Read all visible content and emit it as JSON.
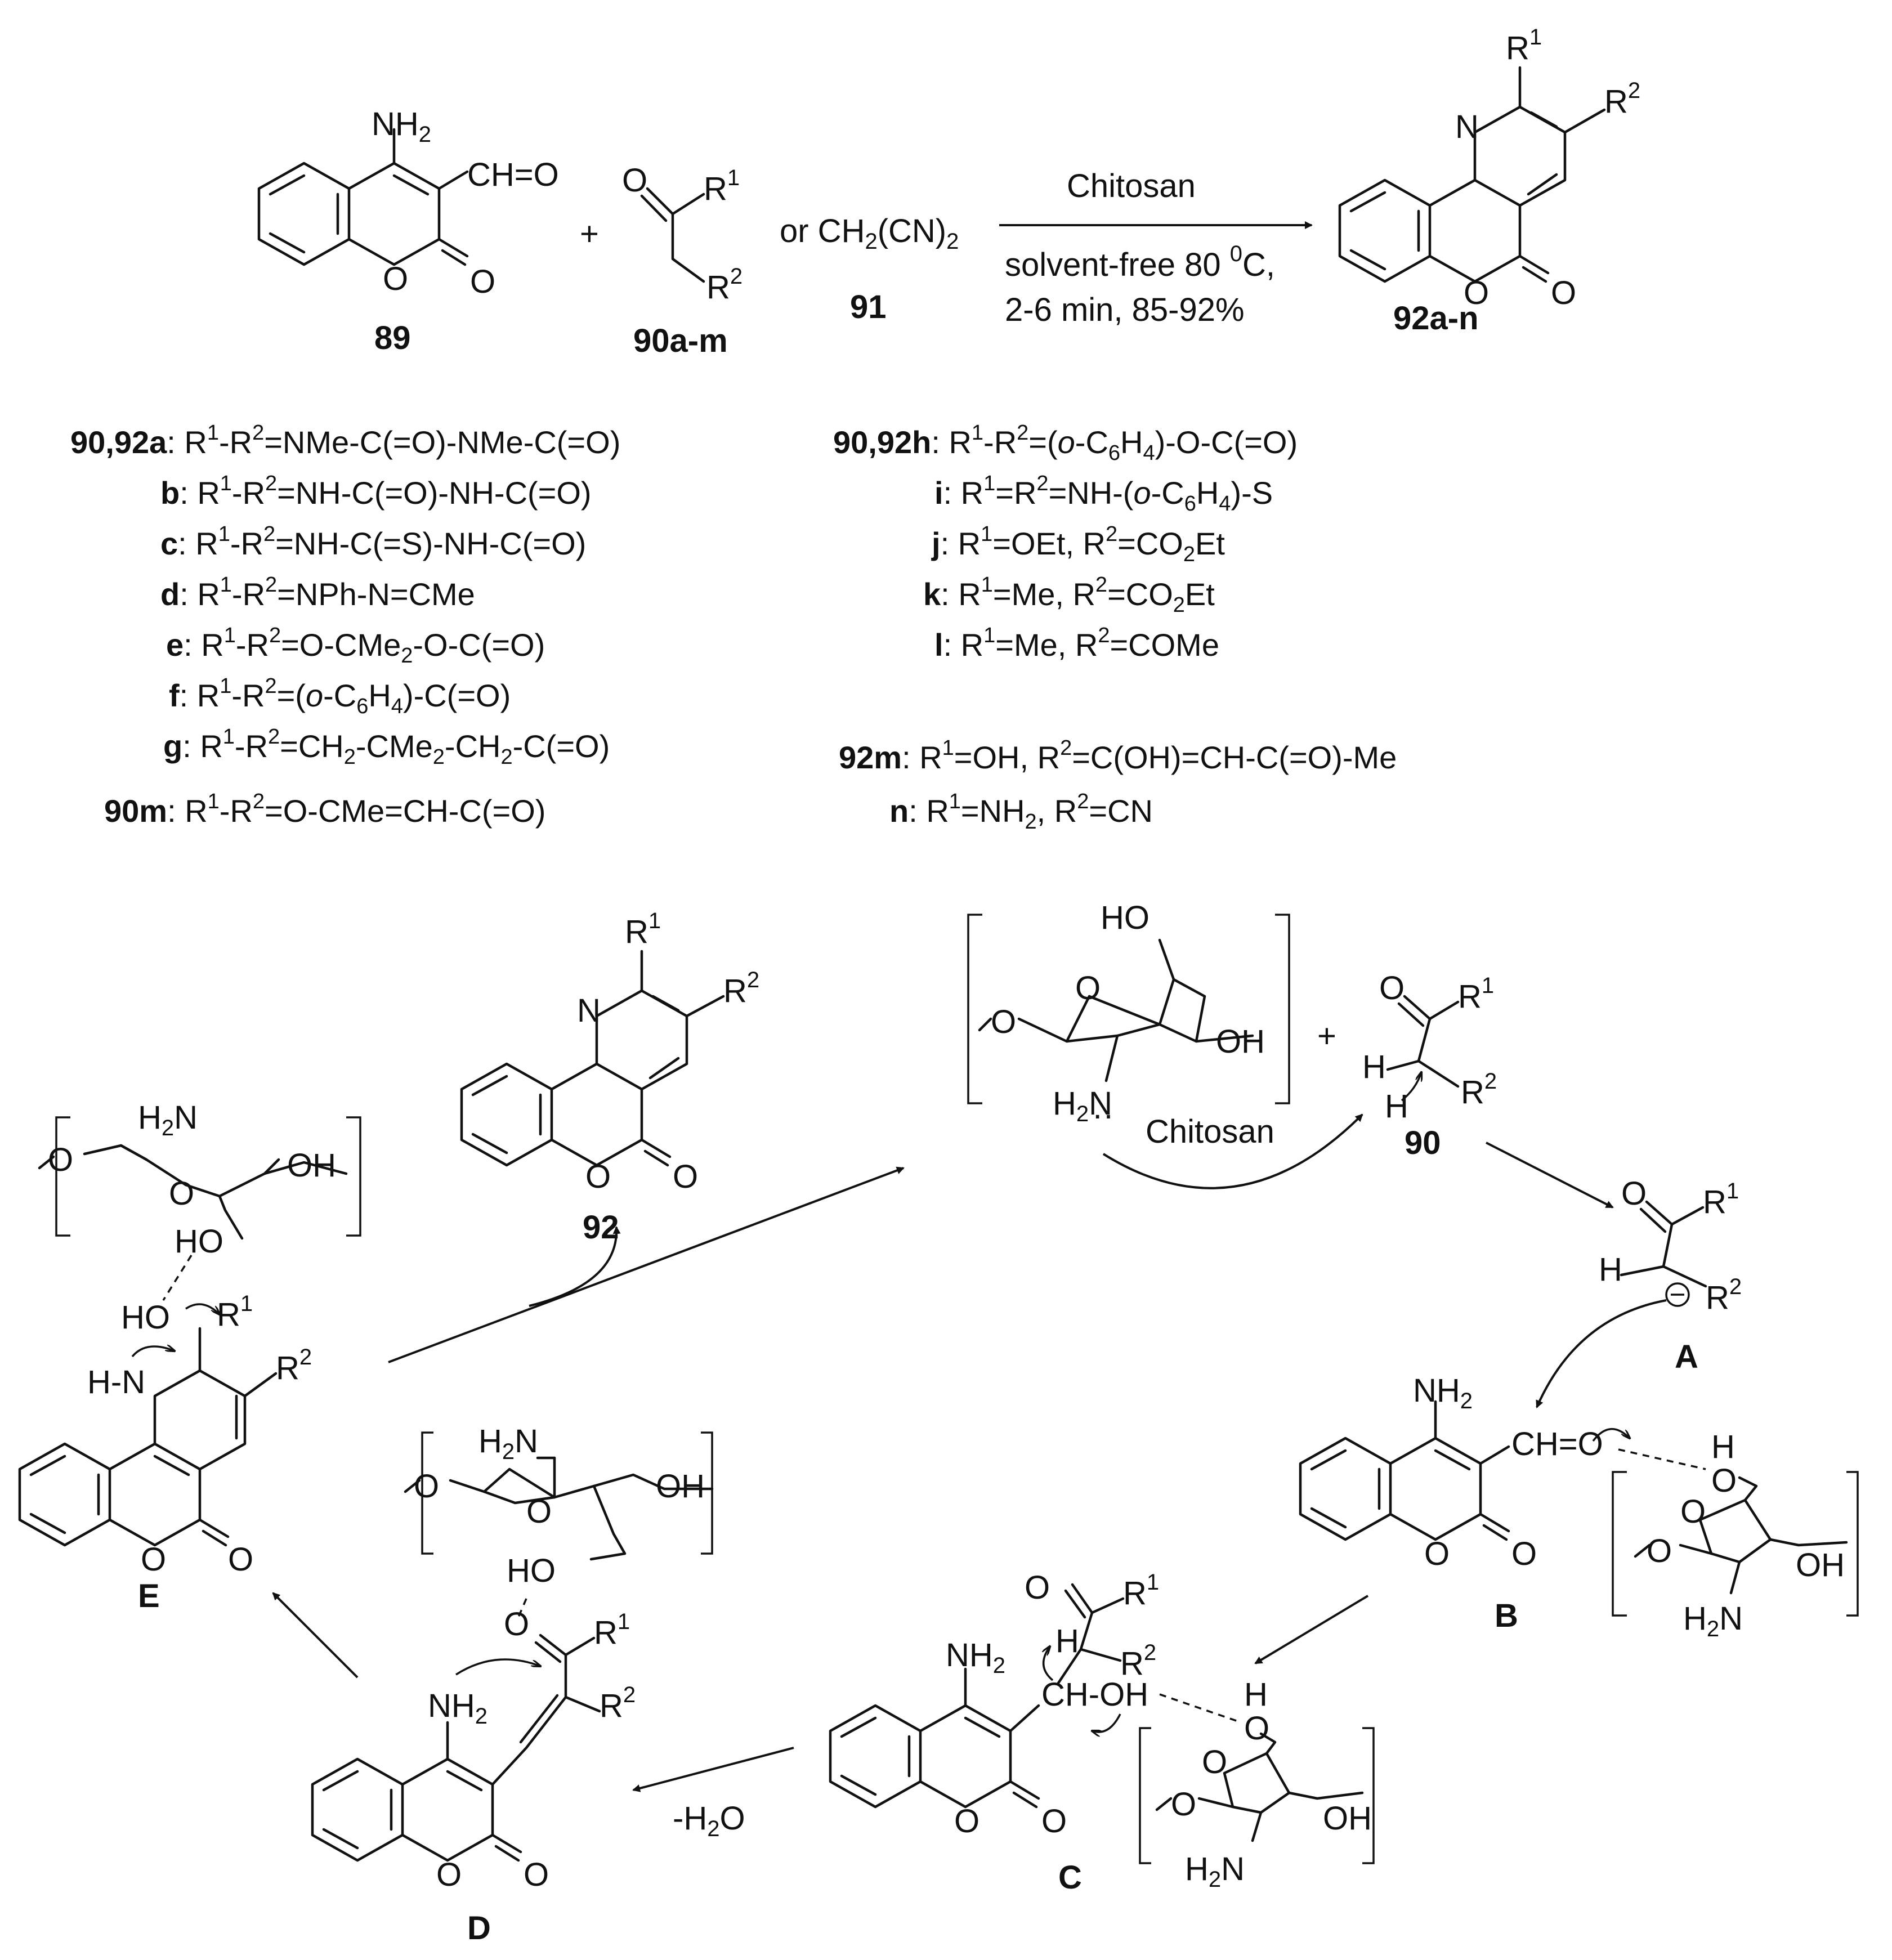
{
  "reaction": {
    "compound_89_label": "89",
    "compound_90_label": "90a-m",
    "compound_91_label": "91",
    "product_label": "92a-n",
    "malononitrile": "or CH2(CN)2",
    "plus": "+",
    "catalyst": "Chitosan",
    "conditions_line1": "solvent-free 80 0C,",
    "conditions_line2": "2-6 min, 85-92%"
  },
  "legend_left": [
    {
      "id": "90,92a",
      "text": "R1-R2=NMe-C(=O)-NMe-C(=O)"
    },
    {
      "id": "b",
      "text": "R1-R2=NH-C(=O)-NH-C(=O)"
    },
    {
      "id": "c",
      "text": "R1-R2=NH-C(=S)-NH-C(=O)"
    },
    {
      "id": "d",
      "text": "R1-R2=NPh-N=CMe"
    },
    {
      "id": "e",
      "text": "R1-R2=O-CMe2-O-C(=O)"
    },
    {
      "id": "f",
      "text": "R1-R2=(o-C6H4)-C(=O)"
    },
    {
      "id": "g",
      "text": "R1-R2=CH2-CMe2-CH2-C(=O)"
    },
    {
      "id": "90m",
      "text": "R1-R2=O-CMe=CH-C(=O)"
    }
  ],
  "legend_right": [
    {
      "id": "90,92h",
      "text": "R1-R2=(o-C6H4)-O-C(=O)"
    },
    {
      "id": "i",
      "text": "R1=R2=NH-(o-C6H4)-S"
    },
    {
      "id": "j",
      "text": "R1=OEt, R2=CO2Et"
    },
    {
      "id": "k",
      "text": "R1=Me, R2=CO2Et"
    },
    {
      "id": "l",
      "text": "R1=Me, R2=COMe"
    },
    {
      "id": "92m",
      "text": "R1=OH, R2=C(OH)=CH-C(=O)-Me"
    },
    {
      "id": "n",
      "text": "R1=NH2, R2=CN"
    }
  ],
  "mechanism": {
    "product_label": "92",
    "chitosan_label": "Chitosan",
    "ketone_label": "90",
    "intermediates": [
      "A",
      "B",
      "C",
      "D",
      "E"
    ],
    "dehydration": "-H2O",
    "plus": "+"
  },
  "atoms": {
    "NH2": "NH2",
    "R1": "R1",
    "R2": "R2",
    "N": "N",
    "O": "O",
    "OH": "OH",
    "HO": "HO",
    "H": "H",
    "CHO": "CH=O",
    "CHOH": "CH-OH",
    "HN": "H-N"
  }
}
